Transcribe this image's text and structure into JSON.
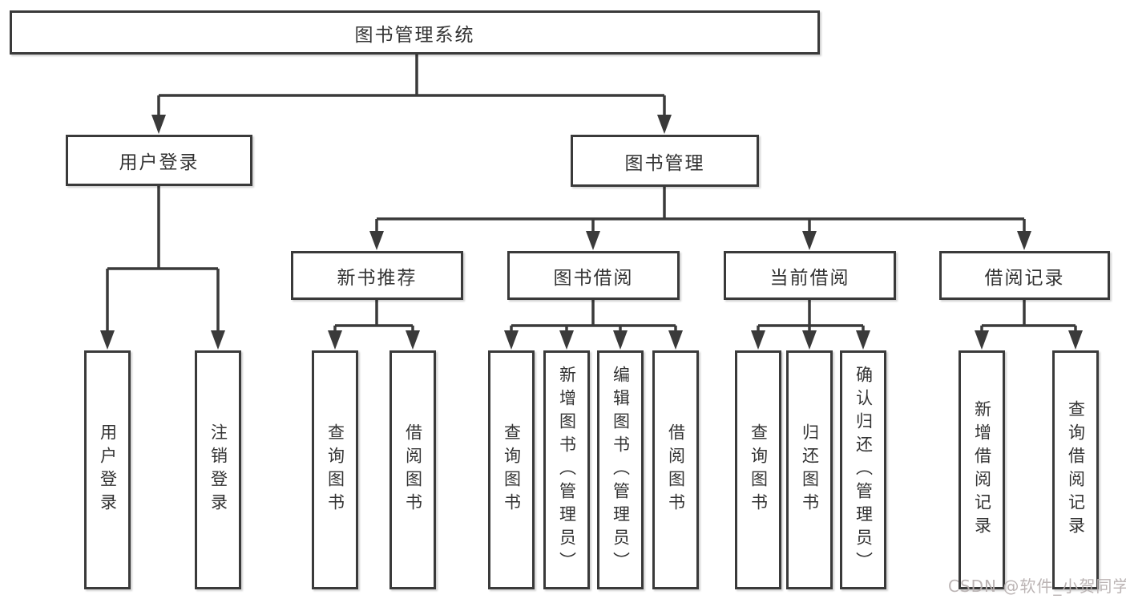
{
  "diagram": {
    "root": {
      "label": "图书管理系统"
    },
    "level2": [
      {
        "id": "user-login",
        "label": "用户登录"
      },
      {
        "id": "book-management",
        "label": "图书管理"
      }
    ],
    "level3": [
      {
        "id": "new-book-recommendation",
        "label": "新书推荐"
      },
      {
        "id": "book-borrowing",
        "label": "图书借阅"
      },
      {
        "id": "current-borrowing",
        "label": "当前借阅"
      },
      {
        "id": "borrowing-records",
        "label": "借阅记录"
      }
    ],
    "leaf_groups": [
      {
        "parent": "用户登录",
        "items": [
          "用户登录",
          "注销登录"
        ]
      },
      {
        "parent": "新书推荐",
        "items": [
          "查询图书",
          "借阅图书"
        ]
      },
      {
        "parent": "图书借阅",
        "items": [
          "查询图书",
          "新增图书（管理员）",
          "编辑图书（管理员）",
          "借阅图书"
        ]
      },
      {
        "parent": "当前借阅",
        "items": [
          "查询图书",
          "归还图书",
          "确认归还（管理员）"
        ]
      },
      {
        "parent": "借阅记录",
        "items": [
          "新增借阅记录",
          "查询借阅记录"
        ]
      }
    ]
  },
  "watermark": {
    "text": "CSDN @软件_小贺同学"
  },
  "colors": {
    "line": "#3a3a3a",
    "text": "#333333",
    "background": "#ffffff",
    "watermark": "#b8b1b1"
  }
}
